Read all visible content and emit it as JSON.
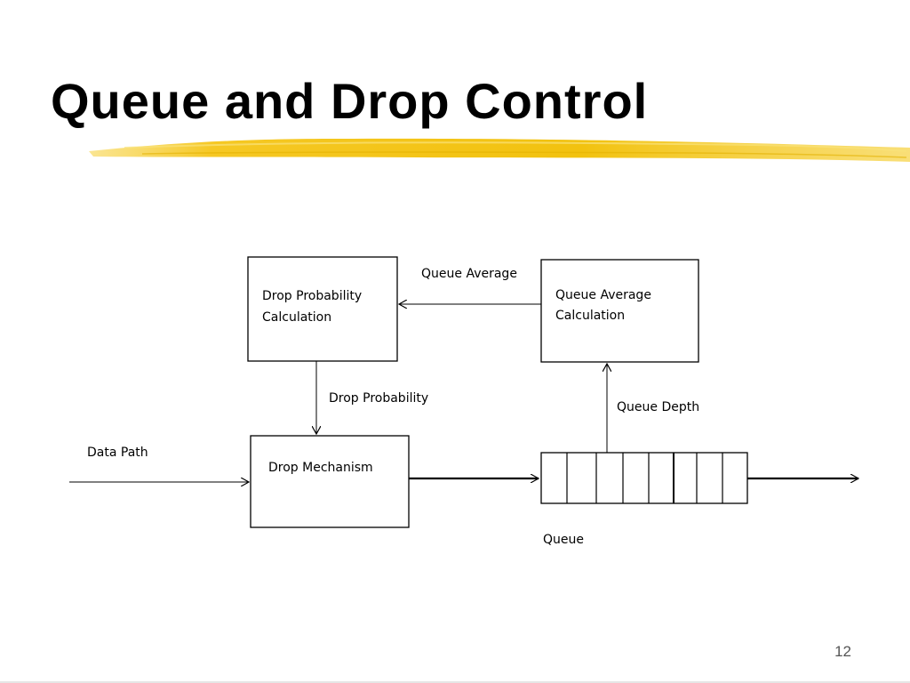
{
  "slide": {
    "title": "Queue and Drop Control",
    "page_number": "12",
    "accent_color": "#f5c518"
  },
  "diagram": {
    "nodes": {
      "drop_probability_calculation": {
        "line1": "Drop Probability",
        "line2": "Calculation"
      },
      "queue_average_calculation": {
        "line1": "Queue Average",
        "line2": "Calculation"
      },
      "drop_mechanism": {
        "label": "Drop Mechanism"
      },
      "queue": {
        "label": "Queue",
        "slots": 8
      }
    },
    "edges": {
      "queue_average": "Queue Average",
      "drop_probability": "Drop Probability",
      "queue_depth": "Queue Depth",
      "data_path": "Data Path"
    }
  }
}
